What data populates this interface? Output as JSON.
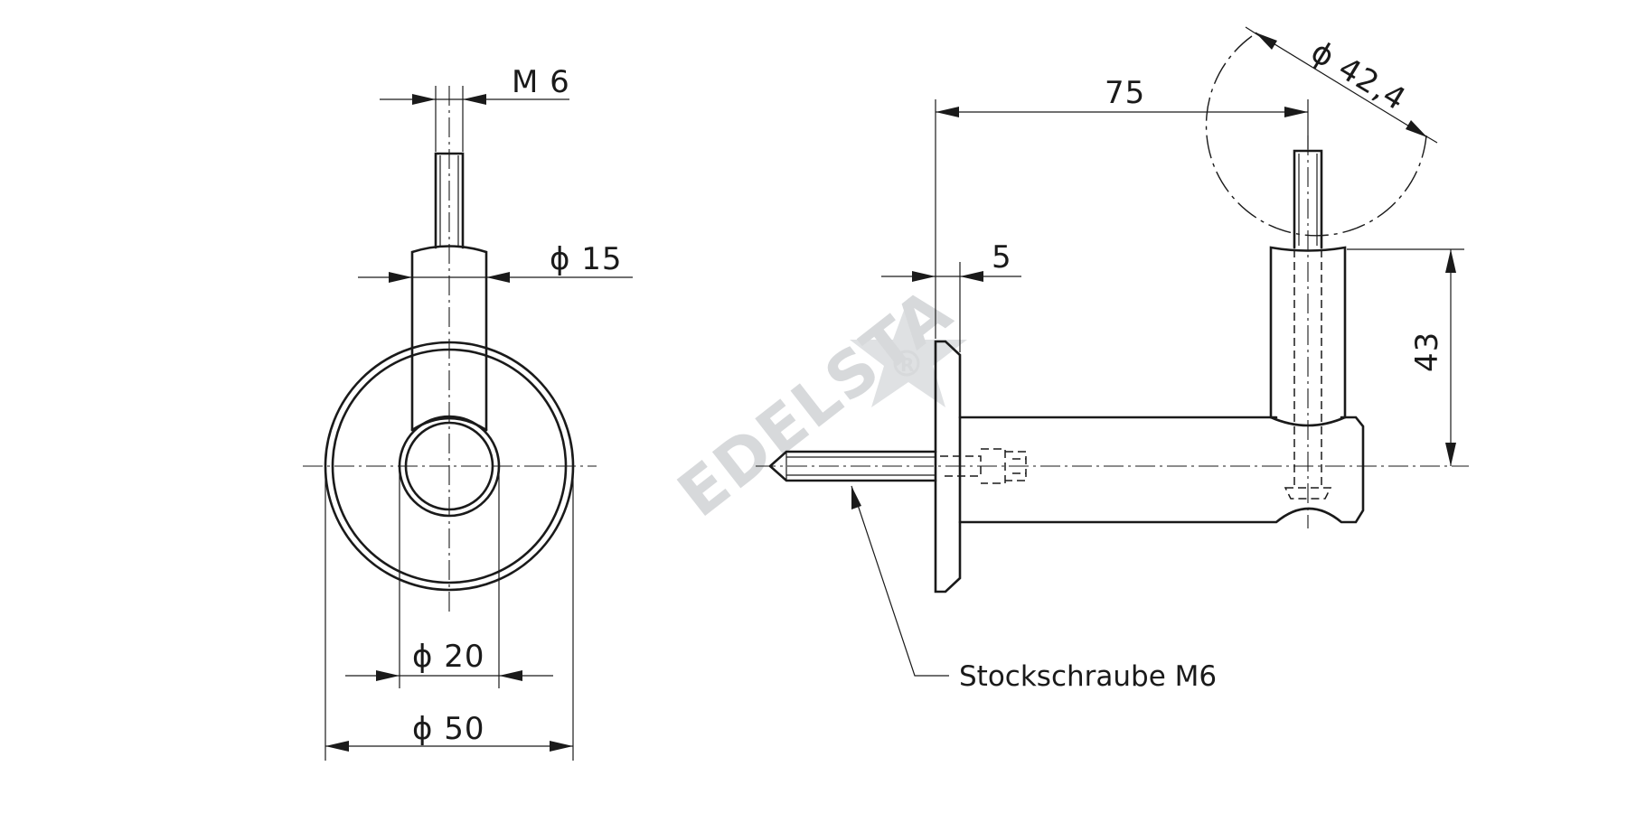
{
  "dimensions": {
    "front_thread": "M 6",
    "front_post_diameter": "ϕ 15",
    "front_inner_diameter": "ϕ 20",
    "front_flange_diameter": "ϕ 50",
    "side_length": "75",
    "side_flange_thickness": "5",
    "side_height": "43",
    "side_rail_diameter": "ϕ 42,4"
  },
  "callout": {
    "stud_screw": "Stockschraube M6"
  },
  "watermark": {
    "brand": "EDELSTA",
    "mark": "R"
  },
  "icons": {
    "watermark_star": "star-icon"
  },
  "colors": {
    "line": "#1a1a1a",
    "watermark": "#d7d9db",
    "background": "#ffffff"
  }
}
